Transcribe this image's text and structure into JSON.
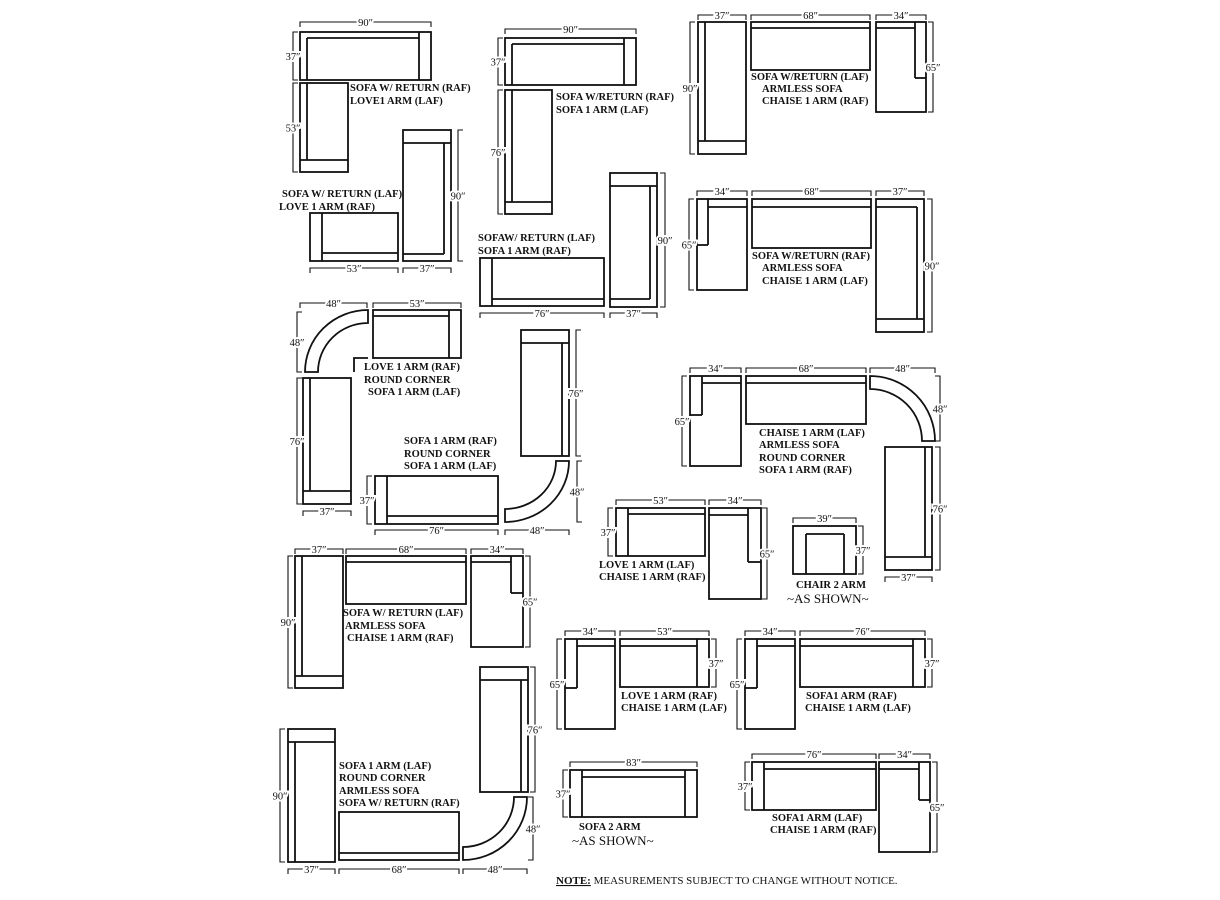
{
  "groups": [
    {
      "name": "sofa-return-love-set",
      "labels": [
        "SOFA W/ RETURN (RAF)",
        "LOVE1 ARM (LAF)",
        "SOFA  W/ RETURN (LAF)",
        "LOVE 1 ARM (RAF)"
      ],
      "dims": [
        "90″",
        "37″",
        "53″",
        "90″",
        "53″",
        "37″"
      ]
    },
    {
      "name": "sofa-return-sofa-set",
      "labels": [
        "SOFA W/RETURN (RAF)",
        "SOFA 1 ARM (LAF)",
        "SOFAW/ RETURN (LAF)",
        "SOFA 1 ARM (RAF)"
      ],
      "dims": [
        "90″",
        "37″",
        "76″",
        "90″",
        "76″",
        "37″"
      ]
    },
    {
      "name": "return-armless-chaise-raf",
      "labels": [
        "SOFA W/RETURN (LAF)",
        "ARMLESS SOFA",
        "CHAISE 1 ARM (RAF)"
      ],
      "dims": [
        "37″",
        "68″",
        "34″",
        "90″",
        "65″"
      ]
    },
    {
      "name": "return-armless-chaise-laf",
      "labels": [
        "SOFA W/RETURN (RAF)",
        "ARMLESS SOFA",
        "CHAISE 1 ARM (LAF)"
      ],
      "dims": [
        "34″",
        "68″",
        "37″",
        "65″",
        "90″"
      ]
    },
    {
      "name": "round-corner-set",
      "labels": [
        "LOVE 1 ARM (RAF)",
        "ROUND CORNER",
        "SOFA 1 ARM (LAF)",
        "SOFA 1 ARM (RAF)",
        "ROUND CORNER",
        "SOFA 1 ARM (LAF)"
      ],
      "dims": [
        "48″",
        "53″",
        "48″",
        "76″",
        "37″",
        "76″",
        "48″",
        "48″",
        "37″",
        "76″"
      ]
    },
    {
      "name": "chaise-armless-corner-sofa",
      "labels": [
        "CHAISE 1 ARM (LAF)",
        "ARMLESS SOFA",
        "ROUND CORNER",
        "SOFA 1 ARM (RAF)"
      ],
      "dims": [
        "34″",
        "68″",
        "48″",
        "65″",
        "48″",
        "76″",
        "37″"
      ]
    },
    {
      "name": "love-chaise-and-chair",
      "labels": [
        "LOVE 1 ARM (LAF)",
        "CHAISE 1 ARM (RAF)",
        "CHAIR 2 ARM",
        "~AS SHOWN~"
      ],
      "dims": [
        "53″",
        "34″",
        "37″",
        "65″",
        "39″",
        "37″"
      ]
    },
    {
      "name": "return-armless-chaise-lower",
      "labels": [
        "SOFA W/ RETURN (LAF)",
        "ARMLESS SOFA",
        "CHAISE 1 ARM (RAF)"
      ],
      "dims": [
        "37″",
        "68″",
        "34″",
        "90″",
        "65″"
      ]
    },
    {
      "name": "sofa-corner-armless-return",
      "labels": [
        "SOFA 1 ARM (LAF)",
        "ROUND CORNER",
        "ARMLESS SOFA",
        "SOFA W/ RETURN (RAF)"
      ],
      "dims": [
        "90″",
        "37″",
        "68″",
        "48″",
        "48″",
        "76″"
      ]
    },
    {
      "name": "chaise-love-sofa-set",
      "labels": [
        "LOVE 1 ARM (RAF)",
        "CHAISE 1 ARM (LAF)",
        "SOFA1 ARM (RAF)",
        "CHAISE 1 ARM (LAF)"
      ],
      "dims": [
        "34″",
        "53″",
        "65″",
        "37″",
        "34″",
        "76″",
        "65″",
        "37″"
      ]
    },
    {
      "name": "sofa-2arm-and-sofa-chaise",
      "labels": [
        "SOFA 2 ARM",
        "~AS SHOWN~",
        "SOFA1 ARM (LAF)",
        "CHAISE 1 ARM (RAF)"
      ],
      "dims": [
        "83″",
        "37″",
        "76″",
        "34″",
        "37″",
        "65″"
      ]
    }
  ],
  "note": {
    "prefix": "NOTE:",
    "text": " MEASUREMENTS SUBJECT TO CHANGE WITHOUT NOTICE."
  }
}
